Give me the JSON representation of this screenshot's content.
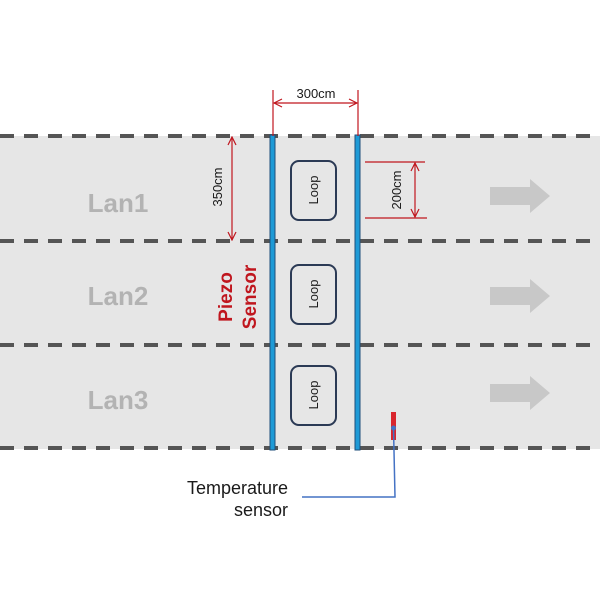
{
  "diagram": {
    "title": "Road sensor layout",
    "lanes": [
      {
        "label": "Lan1",
        "direction": "right-arrow-icon"
      },
      {
        "label": "Lan2",
        "direction": "right-arrow-icon"
      },
      {
        "label": "Lan3",
        "direction": "right-arrow-icon"
      }
    ],
    "loops": [
      {
        "label": "Loop"
      },
      {
        "label": "Loop"
      },
      {
        "label": "Loop"
      }
    ],
    "dimensions": {
      "sensor_spacing": "300cm",
      "lane_width": "350cm",
      "loop_length": "200cm"
    },
    "piezo_sensor": {
      "line1": "Piezo",
      "line2": "Sensor"
    },
    "temperature_sensor": {
      "line1": "Temperature",
      "line2": "sensor"
    },
    "colors": {
      "road": "#e6e6e6",
      "lane_divider": "#555555",
      "piezo": "#1e9ad6",
      "piezo_outline": "#1f4e79",
      "dimension": "#c0161e",
      "loop_border": "#2b3a55",
      "lane_text": "#b3b3b3",
      "leader_line": "#4472c4"
    }
  }
}
